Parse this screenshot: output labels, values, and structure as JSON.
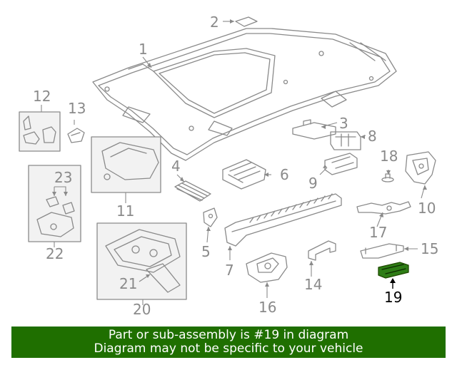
{
  "diagram": {
    "callouts": [
      "1",
      "2",
      "3",
      "4",
      "5",
      "6",
      "7",
      "8",
      "9",
      "10",
      "11",
      "12",
      "13",
      "14",
      "15",
      "16",
      "17",
      "18",
      "19",
      "20",
      "21",
      "22",
      "23"
    ],
    "highlighted_part": "19",
    "highlight_color": "#1f6f00",
    "line_color": "#8a8a8a",
    "box_fill": "#f2f2f2"
  },
  "banner": {
    "line1": "Part or sub-assembly is #19 in diagram",
    "line2": "Diagram may not be specific to your vehicle",
    "background": "#1f6f00",
    "text_color": "#ffffff"
  }
}
